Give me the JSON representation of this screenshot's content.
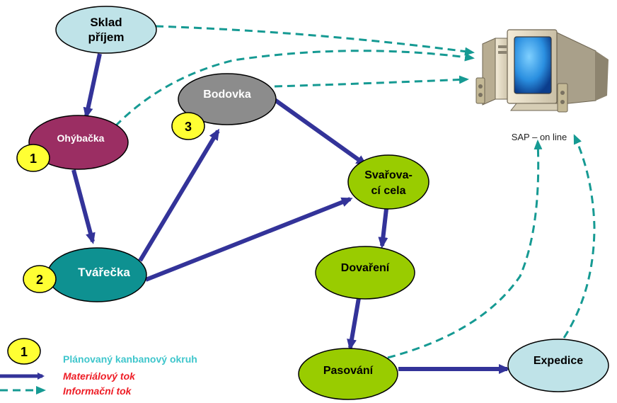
{
  "colors": {
    "material_arrow": "#333399",
    "info_arrow": "#169a93",
    "sklad": "#bfe3e8",
    "ohybacka": "#9b2e63",
    "tvarecka": "#0e9191",
    "bodovka": "#8c8c8c",
    "green": "#99cc00",
    "expedice": "#bfe3e8",
    "badge": "#ffff33",
    "legend_kanban": "#3fc6cc",
    "legend_red": "#ee1c25"
  },
  "nodes": {
    "sklad_line1": "Sklad",
    "sklad_line2": "příjem",
    "ohybacka": "Ohýbačka",
    "tvarecka": "Tvářečka",
    "bodovka": "Bodovka",
    "svarovaci_line1": "Svařova-",
    "svarovaci_line2": "cí cela",
    "dovareni": "Dovaření",
    "pasovani": "Pasování",
    "expedice": "Expedice"
  },
  "badges": {
    "ohybacka": "1",
    "tvarecka": "2",
    "bodovka": "3",
    "legend": "1"
  },
  "computer": {
    "icon": "desktop-computer-icon",
    "label": "SAP – on line"
  },
  "legend": {
    "kanban": "Plánovaný kanbanový okruh",
    "material": "Materiálový tok",
    "info": "Informační tok"
  }
}
